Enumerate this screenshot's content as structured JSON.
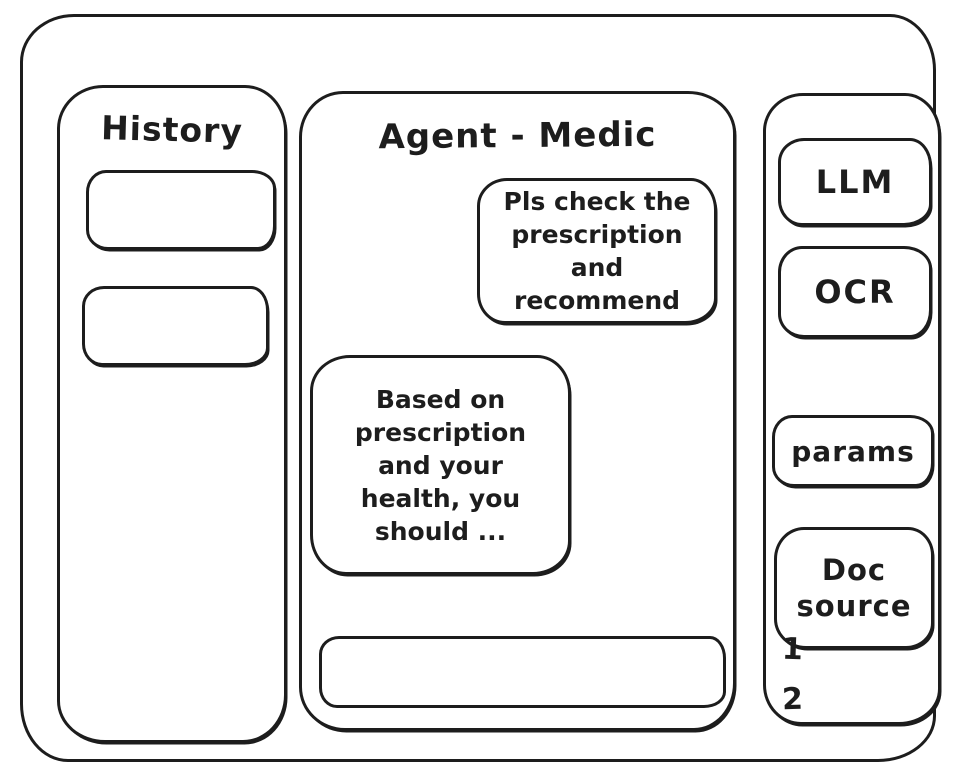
{
  "history_panel": {
    "title": "History",
    "items": [
      {
        "label": ""
      },
      {
        "label": ""
      }
    ]
  },
  "chat_panel": {
    "title": "Agent - Medic",
    "messages": [
      {
        "role": "user",
        "text": "Pls check the prescription and recommend"
      },
      {
        "role": "assistant",
        "text": "Based on prescription and your health, you should ..."
      }
    ],
    "input": {
      "value": ""
    }
  },
  "tools_panel": {
    "buttons": [
      {
        "label": "LLM"
      },
      {
        "label": "OCR"
      },
      {
        "label": "params"
      },
      {
        "label": "Doc source"
      }
    ],
    "doc_source_items": [
      "1",
      "2"
    ]
  },
  "colors": {
    "stroke": "#1d1d1d",
    "background": "#ffffff"
  }
}
